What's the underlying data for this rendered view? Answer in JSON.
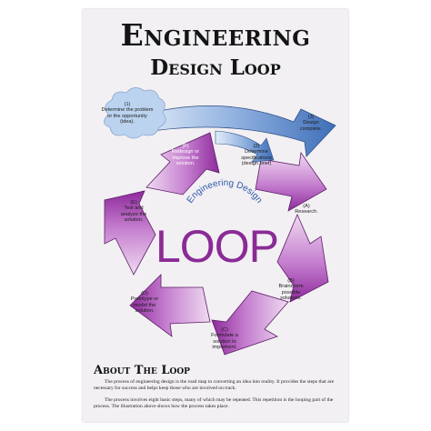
{
  "title": {
    "line1": "Engineering",
    "line2": "Design Loop"
  },
  "center": {
    "arc_text": "Engineering Design",
    "word": "LOOP"
  },
  "steps": {
    "s1": {
      "id": "(1)",
      "text": "Determine the problem or the opportunity (idea)."
    },
    "s2": {
      "id": "(2)",
      "text": "Determine specifications (design brief)"
    },
    "s3": {
      "id": "(3)",
      "text": "Design complete."
    },
    "a": {
      "id": "(A)",
      "text": "Research."
    },
    "b": {
      "id": "(B)",
      "text": "Brainstorm possible solutions."
    },
    "c": {
      "id": "(C)",
      "text": "Formulate a solution to implement."
    },
    "d": {
      "id": "(D)",
      "text": "Prototype or model the solution."
    },
    "e": {
      "id": "(E)",
      "text": "Test and analyze the solution."
    },
    "f": {
      "id": "(F)",
      "text": "Redesign or improve the solution."
    }
  },
  "about": {
    "heading": "About The Loop",
    "p1": "The process of engineering design is the road map to converting an idea into reality. It provides the steps that are necessary for success and helps keep those who are involved on track.",
    "p2": "The process involves eight basic steps, many of which may be repeated. This repetition is the looping part of the process. The illustration above shows how the process takes place."
  },
  "colors": {
    "purple": "#9a2fa6",
    "purple_light": "#e6c6e9",
    "blue": "#4f7fc4",
    "blue_light": "#cfe0f4",
    "cloud": "#bcd3ef",
    "text_purple": "#8a2b96",
    "text_blue": "#2e58a8"
  }
}
